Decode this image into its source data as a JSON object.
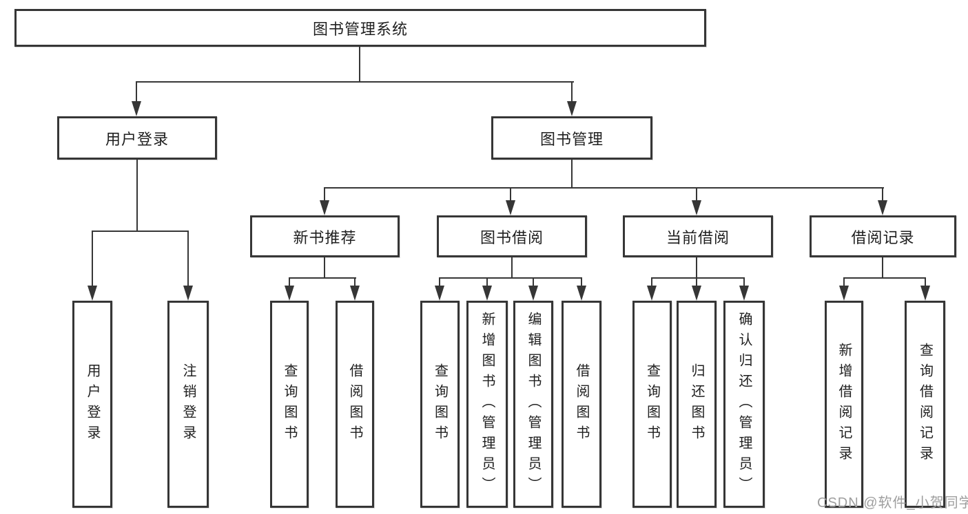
{
  "diagram": {
    "root_label": "图书管理系统",
    "level2": [
      {
        "label": "用户登录",
        "children": [
          {
            "label": "用户登录"
          },
          {
            "label": "注销登录"
          }
        ]
      },
      {
        "label": "图书管理"
      }
    ],
    "level3": [
      {
        "label": "新书推荐",
        "children": [
          {
            "label": "查询图书"
          },
          {
            "label": "借阅图书"
          }
        ]
      },
      {
        "label": "图书借阅",
        "children": [
          {
            "label": "查询图书"
          },
          {
            "label": "新增图书（管理员）"
          },
          {
            "label": "编辑图书（管理员）"
          },
          {
            "label": "借阅图书"
          }
        ]
      },
      {
        "label": "当前借阅",
        "children": [
          {
            "label": "查询图书"
          },
          {
            "label": "归还图书"
          },
          {
            "label": "确认归还（管理员）"
          }
        ]
      },
      {
        "label": "借阅记录",
        "children": [
          {
            "label": "新增借阅记录"
          },
          {
            "label": "查询借阅记录"
          }
        ]
      }
    ]
  },
  "colors": {
    "line": "#363636",
    "text": "#1f1f1f",
    "watermark_gray": "#9e9e9e",
    "background": "#ffffff"
  },
  "watermark": {
    "text": "CSDN @软件_小贺同学"
  }
}
